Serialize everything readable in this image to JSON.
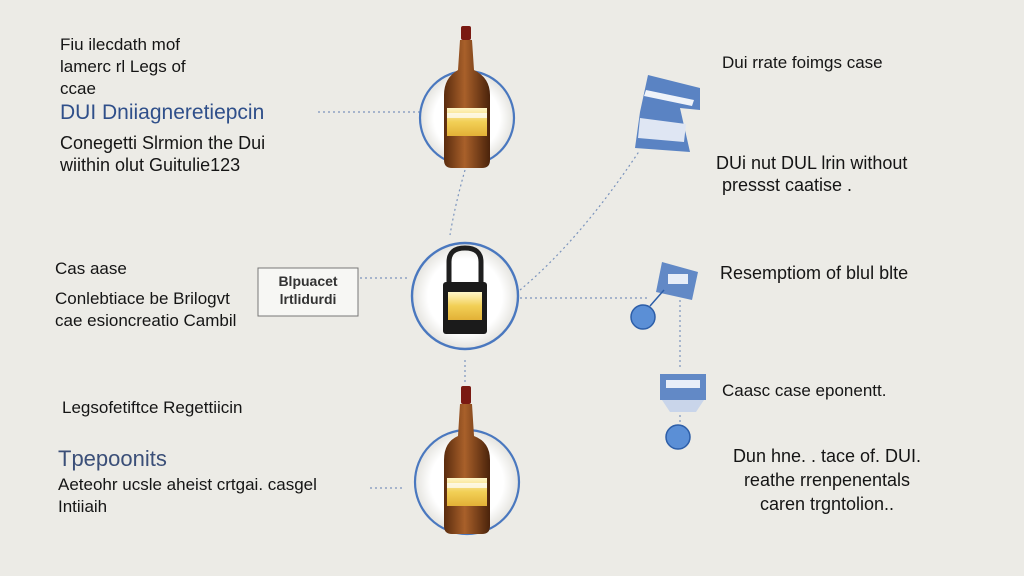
{
  "left": {
    "top_lines": [
      "Fiu ilecdath mof",
      "lamerc rl Legs of",
      "ccae"
    ],
    "top_title": "DUI Dniiagneretiepcin",
    "top_body": [
      "Conegetti Slrmion the Dui",
      "wiithin olut Guitulie123"
    ],
    "mid_title": "Cas aase",
    "mid_body": [
      "Conlebtiace be Brilogvt",
      "cae esioncreatio Cambil"
    ],
    "bottom_title": "Legsofetiftce Regettiicin",
    "bottom_heading": "Tpepoonits",
    "bottom_body": [
      "Aeteohr ucsle aheist crtgai. casgel",
      "Intiiaih"
    ]
  },
  "sign": {
    "lines": [
      "Blpuacet",
      "lrtlidurdi"
    ]
  },
  "right": {
    "item1": "Dui rrate foimgs case",
    "item2": [
      "DUi nut DUL lrin without",
      "pressst caatise ."
    ],
    "item3": "Resemptiom of blul blte",
    "item4": "Caasc case eponentt.",
    "item5": [
      "Dun hne. . tace of. DUI.",
      "reathe rrenpenentals",
      "caren trgntolion.."
    ]
  },
  "colors": {
    "background": "#ecebe6",
    "accent_blue": "#4a78bf",
    "bottle_amber": "#8a4a1e",
    "label_yellow": "#f2cf55",
    "connector": "#7b94bd"
  },
  "icons": [
    "bottle-icon",
    "lock-icon",
    "document-icon",
    "pin-icon"
  ]
}
